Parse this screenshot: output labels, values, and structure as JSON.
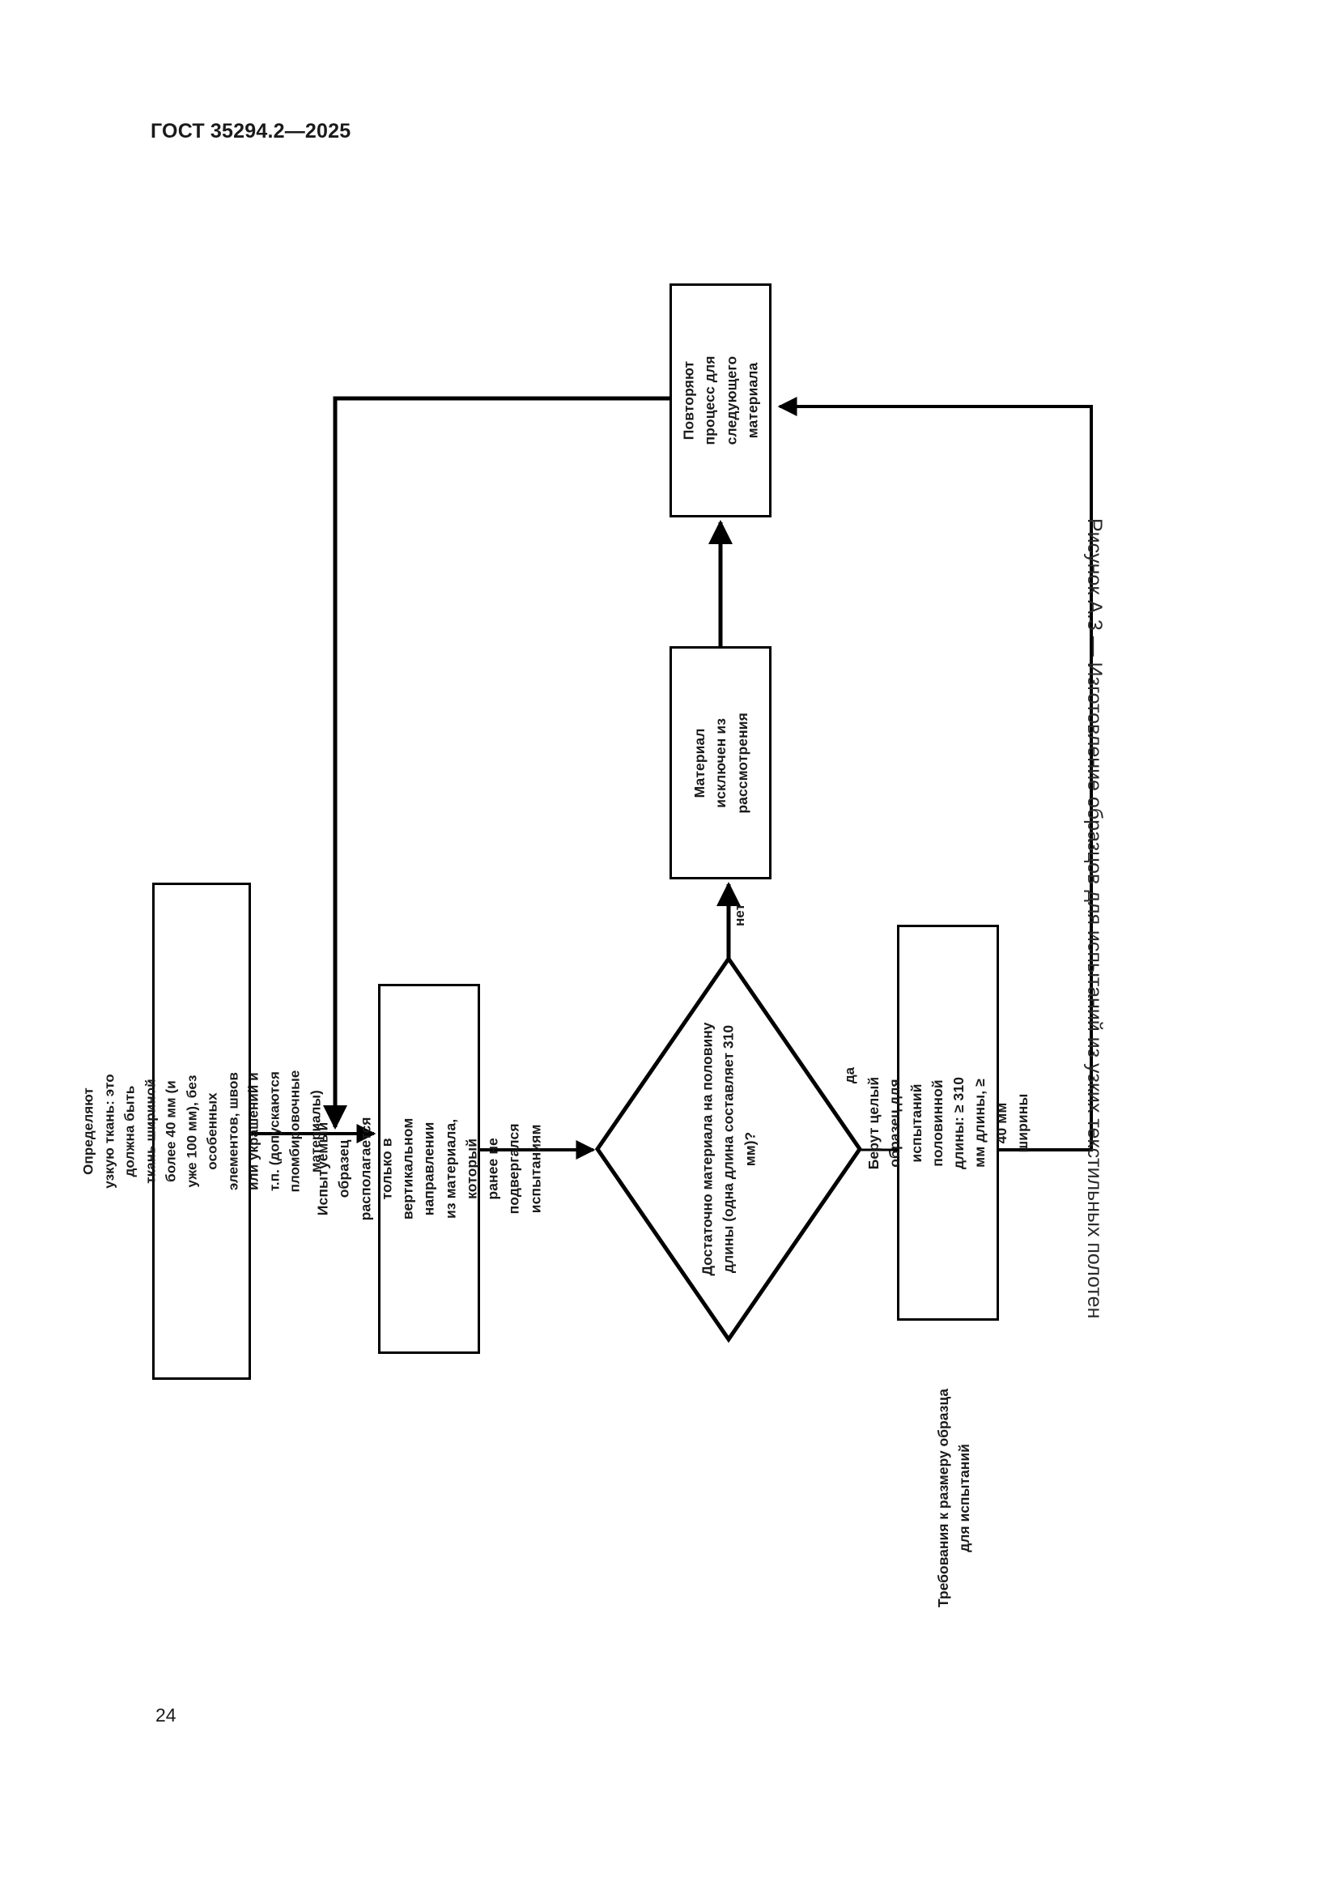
{
  "document": {
    "header": "ГОСТ 35294.2—2025",
    "page_number": "24"
  },
  "figure": {
    "caption": "Рисунок А.3 — Изготовление образцов для испытаний из узких текстильных полотен",
    "nodes": {
      "define": "Определяют узкую ткань: это должна быть ткань шириной более 40 мм (и уже 100 мм), без особенных элементов, швов или украшений и т.п. (допускаются пломбировочные материалы)",
      "orientation": "Испытуемый образец располагается только в вертикальном направлении из материала, который ранее не подвергался испытаниям",
      "decision": "Достаточно материала на половину длины (одна длина составляет 310 мм)?",
      "excluded": "Материал исключен из рассмотрения",
      "repeat": "Повторяют процесс для следующего материала",
      "full_sample": "Берут целый образец для испытаний половинной длины: ≥ 310 мм длины, ≥ 40 мм ширины"
    },
    "labels": {
      "no": "нет",
      "yes": "да",
      "size_requirements": "Требования к размеру образца для испытаний"
    },
    "colors": {
      "stroke": "#000000",
      "fill": "#ffffff",
      "text": "#1a1a1a"
    }
  }
}
